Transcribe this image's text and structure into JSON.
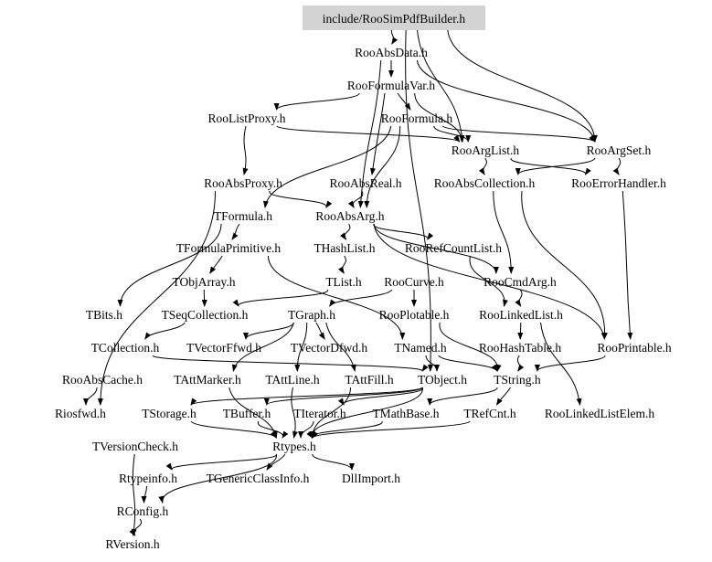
{
  "diagram": {
    "root": "include/RooSimPdfBuilder.h",
    "nodes": [
      {
        "id": "root",
        "label": "include/RooSimPdfBuilder.h"
      },
      {
        "id": "RooAbsData",
        "label": "RooAbsData.h"
      },
      {
        "id": "RooFormulaVar",
        "label": "RooFormulaVar.h"
      },
      {
        "id": "RooListProxy",
        "label": "RooListProxy.h"
      },
      {
        "id": "RooFormula",
        "label": "RooFormula.h"
      },
      {
        "id": "RooArgList",
        "label": "RooArgList.h"
      },
      {
        "id": "RooArgSet",
        "label": "RooArgSet.h"
      },
      {
        "id": "RooAbsProxy",
        "label": "RooAbsProxy.h"
      },
      {
        "id": "RooAbsReal",
        "label": "RooAbsReal.h"
      },
      {
        "id": "RooAbsCollection",
        "label": "RooAbsCollection.h"
      },
      {
        "id": "RooErrorHandler",
        "label": "RooErrorHandler.h"
      },
      {
        "id": "TFormula",
        "label": "TFormula.h"
      },
      {
        "id": "RooAbsArg",
        "label": "RooAbsArg.h"
      },
      {
        "id": "TFormulaPrimitive",
        "label": "TFormulaPrimitive.h"
      },
      {
        "id": "THashList",
        "label": "THashList.h"
      },
      {
        "id": "RooRefCountList",
        "label": "RooRefCountList.h"
      },
      {
        "id": "TObjArray",
        "label": "TObjArray.h"
      },
      {
        "id": "TList",
        "label": "TList.h"
      },
      {
        "id": "RooCurve",
        "label": "RooCurve.h"
      },
      {
        "id": "RooCmdArg",
        "label": "RooCmdArg.h"
      },
      {
        "id": "TBits",
        "label": "TBits.h"
      },
      {
        "id": "TSeqCollection",
        "label": "TSeqCollection.h"
      },
      {
        "id": "TGraph",
        "label": "TGraph.h"
      },
      {
        "id": "RooPlotable",
        "label": "RooPlotable.h"
      },
      {
        "id": "RooLinkedList",
        "label": "RooLinkedList.h"
      },
      {
        "id": "TCollection",
        "label": "TCollection.h"
      },
      {
        "id": "TVectorFfwd",
        "label": "TVectorFfwd.h"
      },
      {
        "id": "TVectorDfwd",
        "label": "TVectorDfwd.h"
      },
      {
        "id": "TNamed",
        "label": "TNamed.h"
      },
      {
        "id": "RooHashTable",
        "label": "RooHashTable.h"
      },
      {
        "id": "RooPrintable",
        "label": "RooPrintable.h"
      },
      {
        "id": "RooAbsCache",
        "label": "RooAbsCache.h"
      },
      {
        "id": "TAttMarker",
        "label": "TAttMarker.h"
      },
      {
        "id": "TAttLine",
        "label": "TAttLine.h"
      },
      {
        "id": "TAttFill",
        "label": "TAttFill.h"
      },
      {
        "id": "TObject",
        "label": "TObject.h"
      },
      {
        "id": "TString",
        "label": "TString.h"
      },
      {
        "id": "Riosfwd",
        "label": "Riosfwd.h"
      },
      {
        "id": "TStorage",
        "label": "TStorage.h"
      },
      {
        "id": "TBuffer",
        "label": "TBuffer.h"
      },
      {
        "id": "TIterator",
        "label": "TIterator.h"
      },
      {
        "id": "TMathBase",
        "label": "TMathBase.h"
      },
      {
        "id": "TRefCnt",
        "label": "TRefCnt.h"
      },
      {
        "id": "RooLinkedListElem",
        "label": "RooLinkedListElem.h"
      },
      {
        "id": "TVersionCheck",
        "label": "TVersionCheck.h"
      },
      {
        "id": "Rtypes",
        "label": "Rtypes.h"
      },
      {
        "id": "Rtypeinfo",
        "label": "Rtypeinfo.h"
      },
      {
        "id": "TGenericClassInfo",
        "label": "TGenericClassInfo.h"
      },
      {
        "id": "DllImport",
        "label": "DllImport.h"
      },
      {
        "id": "RConfig",
        "label": "RConfig.h"
      },
      {
        "id": "RVersion",
        "label": "RVersion.h"
      }
    ],
    "edges": [
      [
        "root",
        "RooAbsData"
      ],
      [
        "root",
        "RooArgSet"
      ],
      [
        "root",
        "RooArgList"
      ],
      [
        "root",
        "TObject"
      ],
      [
        "RooAbsData",
        "RooFormulaVar"
      ],
      [
        "RooAbsData",
        "RooArgSet"
      ],
      [
        "RooAbsData",
        "RooAbsArg"
      ],
      [
        "RooFormulaVar",
        "RooListProxy"
      ],
      [
        "RooFormulaVar",
        "RooFormula"
      ],
      [
        "RooFormulaVar",
        "RooAbsReal"
      ],
      [
        "RooFormulaVar",
        "RooArgList"
      ],
      [
        "RooListProxy",
        "RooArgList"
      ],
      [
        "RooListProxy",
        "RooAbsProxy"
      ],
      [
        "RooFormula",
        "RooArgList"
      ],
      [
        "RooFormula",
        "RooArgSet"
      ],
      [
        "RooFormula",
        "TFormula"
      ],
      [
        "RooFormula",
        "RooAbsArg"
      ],
      [
        "RooArgList",
        "RooAbsCollection"
      ],
      [
        "RooArgList",
        "RooErrorHandler"
      ],
      [
        "RooArgSet",
        "RooAbsCollection"
      ],
      [
        "RooArgSet",
        "RooErrorHandler"
      ],
      [
        "RooAbsProxy",
        "RooAbsArg"
      ],
      [
        "RooAbsProxy",
        "Riosfwd"
      ],
      [
        "RooAbsReal",
        "RooAbsArg"
      ],
      [
        "RooAbsCollection",
        "RooPrintable"
      ],
      [
        "RooAbsCollection",
        "RooCmdArg"
      ],
      [
        "RooErrorHandler",
        "RooPrintable"
      ],
      [
        "TFormula",
        "TFormulaPrimitive"
      ],
      [
        "TFormula",
        "TBits"
      ],
      [
        "RooAbsArg",
        "THashList"
      ],
      [
        "RooAbsArg",
        "RooRefCountList"
      ],
      [
        "RooAbsArg",
        "RooCmdArg"
      ],
      [
        "RooAbsArg",
        "RooPrintable"
      ],
      [
        "TFormulaPrimitive",
        "TObjArray"
      ],
      [
        "TFormulaPrimitive",
        "TNamed"
      ],
      [
        "THashList",
        "TList"
      ],
      [
        "RooRefCountList",
        "RooLinkedList"
      ],
      [
        "TObjArray",
        "TSeqCollection"
      ],
      [
        "TList",
        "TSeqCollection"
      ],
      [
        "RooCurve",
        "TGraph"
      ],
      [
        "RooCurve",
        "RooPlotable"
      ],
      [
        "RooCmdArg",
        "RooLinkedList"
      ],
      [
        "TSeqCollection",
        "TCollection"
      ],
      [
        "TGraph",
        "TVectorFfwd"
      ],
      [
        "TGraph",
        "TVectorDfwd"
      ],
      [
        "TGraph",
        "TAttMarker"
      ],
      [
        "TGraph",
        "TAttLine"
      ],
      [
        "TGraph",
        "TAttFill"
      ],
      [
        "RooPlotable",
        "TString"
      ],
      [
        "RooLinkedList",
        "RooHashTable"
      ],
      [
        "RooLinkedList",
        "RooLinkedListElem"
      ],
      [
        "TCollection",
        "TObject"
      ],
      [
        "TNamed",
        "TObject"
      ],
      [
        "TNamed",
        "TString"
      ],
      [
        "RooHashTable",
        "TString"
      ],
      [
        "RooPrintable",
        "TString"
      ],
      [
        "TAttMarker",
        "Rtypes"
      ],
      [
        "TAttLine",
        "Rtypes"
      ],
      [
        "TAttFill",
        "Rtypes"
      ],
      [
        "TObject",
        "Rtypes"
      ],
      [
        "TObject",
        "TStorage"
      ],
      [
        "TObject",
        "TBuffer"
      ],
      [
        "TObject",
        "TIterator"
      ],
      [
        "TString",
        "TRefCnt"
      ],
      [
        "TString",
        "TMathBase"
      ],
      [
        "TStorage",
        "Rtypes"
      ],
      [
        "TBuffer",
        "Rtypes"
      ],
      [
        "TIterator",
        "Rtypes"
      ],
      [
        "TMathBase",
        "Rtypes"
      ],
      [
        "TRefCnt",
        "Rtypes"
      ],
      [
        "RooAbsCache",
        "Riosfwd"
      ],
      [
        "Rtypes",
        "Rtypeinfo"
      ],
      [
        "Rtypes",
        "TGenericClassInfo"
      ],
      [
        "Rtypes",
        "DllImport"
      ],
      [
        "Rtypes",
        "RConfig"
      ],
      [
        "TVersionCheck",
        "RVersion"
      ],
      [
        "Rtypeinfo",
        "RConfig"
      ],
      [
        "RConfig",
        "RVersion"
      ]
    ]
  }
}
